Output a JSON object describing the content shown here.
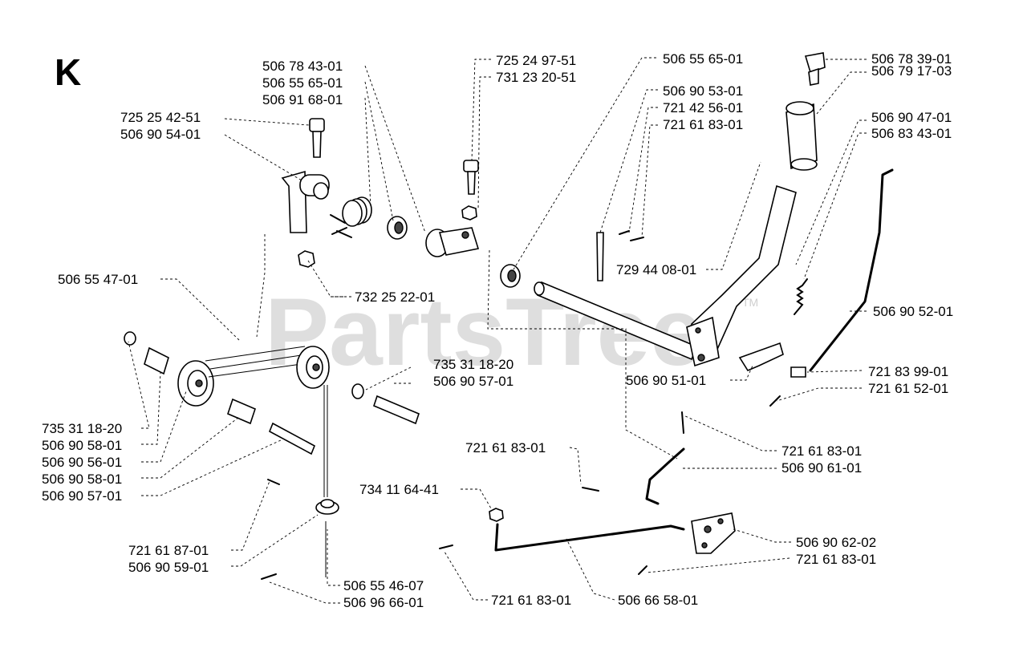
{
  "section_letter": "K",
  "watermark": {
    "text": "PartsTree",
    "tm": "TM"
  },
  "labels": [
    "506 78 43-01",
    "506 55 65-01",
    "506 91 68-01",
    "725 24 97-51",
    "731 23 20-51",
    "725 25 42-51",
    "506 90 54-01",
    "506 55 65-01",
    "506 78 39-01",
    "506 79 17-03",
    "506 90 53-01",
    "721 42 56-01",
    "721 61 83-01",
    "506 90 47-01",
    "506 83 43-01",
    "729 44 08-01",
    "732 25 22-01",
    "506 55 47-01",
    "506 90 52-01",
    "735 31 18-20",
    "506 90 57-01",
    "506 90 51-01",
    "721 83 99-01",
    "721 61 52-01",
    "735 31 18-20",
    "506 90 58-01",
    "506 90 56-01",
    "506 90 58-01",
    "506 90 57-01",
    "721 61 83-01",
    "721 61 83-01",
    "506 90 61-01",
    "734 11 64-41",
    "506 90 62-02",
    "721 61 83-01",
    "721 61 87-01",
    "506 90 59-01",
    "506 55 46-07",
    "506 96 66-01",
    "721 61 83-01",
    "506 66 58-01"
  ]
}
